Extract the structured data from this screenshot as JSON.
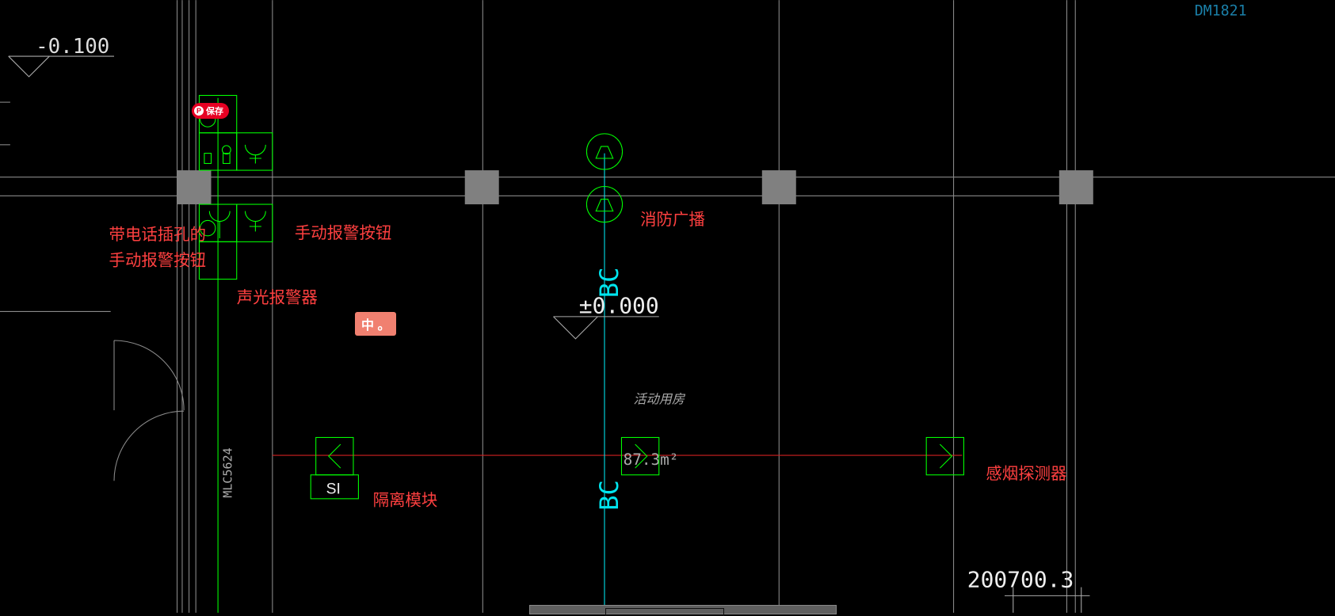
{
  "drawing": {
    "layer_code": "DM1821",
    "elevation_top": "-0.100",
    "elevation_mid": "±0.000",
    "room_name": "活动用房",
    "room_area": "87.3m²",
    "cable_label": "BC",
    "door_label": "MLC5624",
    "coordinate": "200700.3",
    "isolation_module_text": "SI"
  },
  "annotations": {
    "phone_jack_button_line1": "带电话插孔的",
    "phone_jack_button_line2": "手动报警按钮",
    "manual_alarm_button": "手动报警按钮",
    "sound_light_alarm": "声光报警器",
    "fire_broadcast": "消防广播",
    "isolation_module": "隔离模块",
    "smoke_detector": "感烟探测器"
  },
  "overlay": {
    "save_button": "保存",
    "ime_indicator": "中 。"
  },
  "colors": {
    "background": "#000000",
    "grid": "#8a8a8a",
    "device": "#00ff00",
    "cable": "#00e5ee",
    "bus": "#ff2020",
    "annotation": "#ff4040",
    "column": "#808080"
  }
}
